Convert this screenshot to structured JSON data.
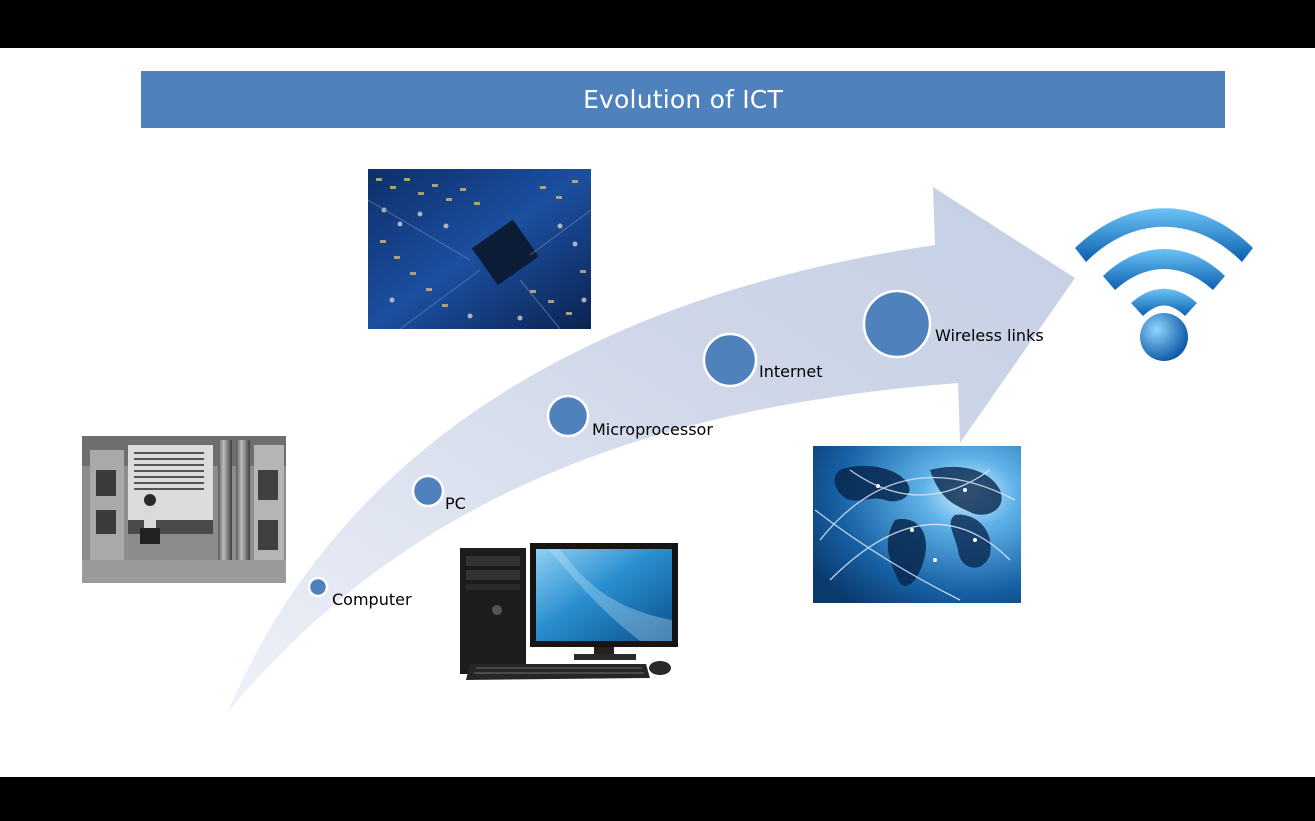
{
  "slide": {
    "title": "Evolution of ICT"
  },
  "milestones": [
    {
      "label": "Computer"
    },
    {
      "label": "PC"
    },
    {
      "label": "Microprocessor"
    },
    {
      "label": "Internet"
    },
    {
      "label": "Wireless links"
    }
  ],
  "images": [
    {
      "name": "mainframe-computer-photo"
    },
    {
      "name": "circuit-board-photo"
    },
    {
      "name": "desktop-pc-photo"
    },
    {
      "name": "world-network-globe-photo"
    },
    {
      "name": "wifi-icon"
    }
  ],
  "colors": {
    "banner": "#4f81bd",
    "arrow": "#c9d3e6",
    "milestone": "#4f81bd",
    "bars": "#000000"
  }
}
